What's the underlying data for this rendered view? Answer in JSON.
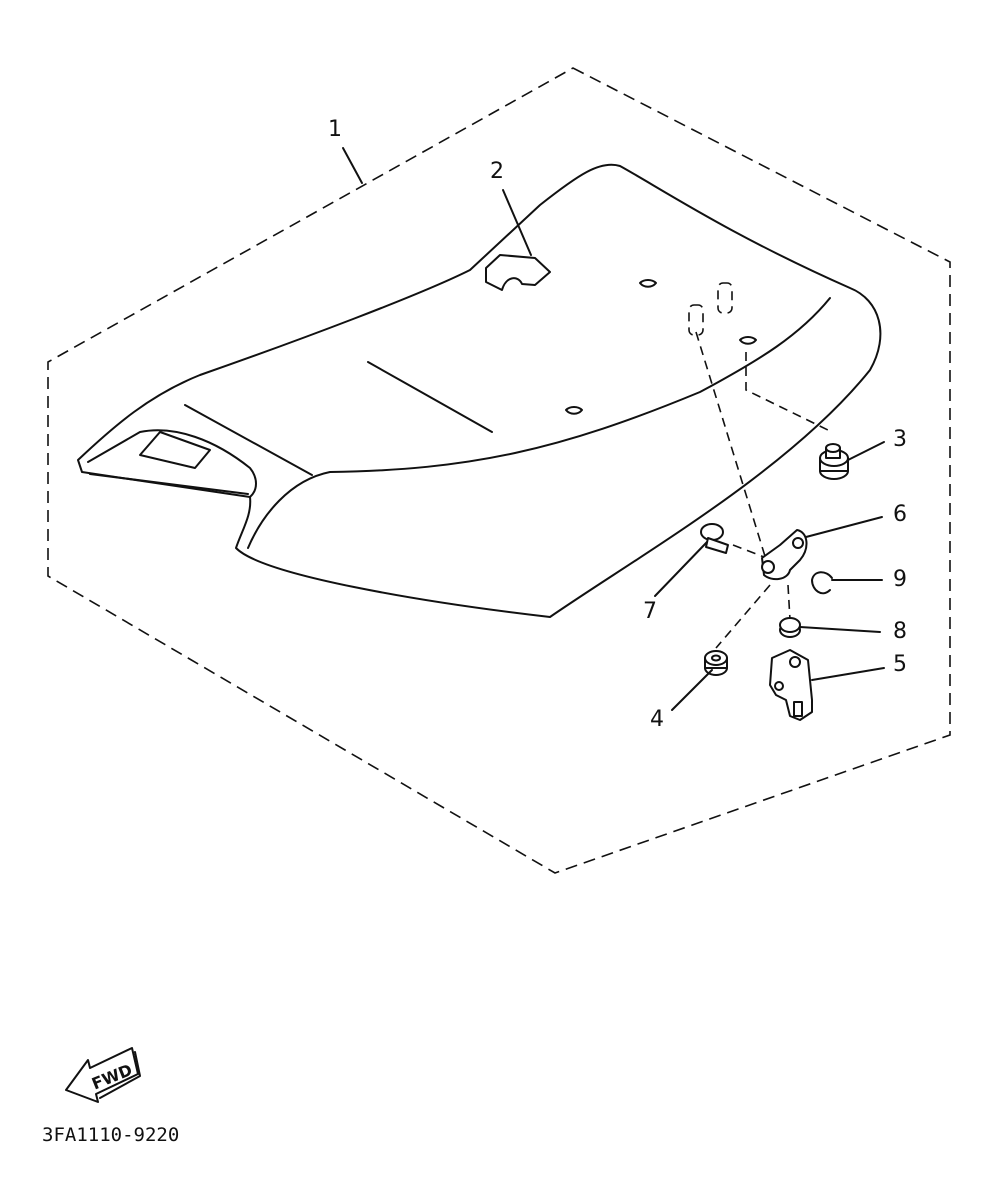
{
  "callouts": [
    {
      "id": "1",
      "label": "1"
    },
    {
      "id": "2",
      "label": "2"
    },
    {
      "id": "3",
      "label": "3"
    },
    {
      "id": "4",
      "label": "4"
    },
    {
      "id": "5",
      "label": "5"
    },
    {
      "id": "6",
      "label": "6"
    },
    {
      "id": "7",
      "label": "7"
    },
    {
      "id": "8",
      "label": "8"
    },
    {
      "id": "9",
      "label": "9"
    }
  ],
  "forward_arrow": {
    "label": "FWD"
  },
  "diagram_code": "3FA1110-9220"
}
